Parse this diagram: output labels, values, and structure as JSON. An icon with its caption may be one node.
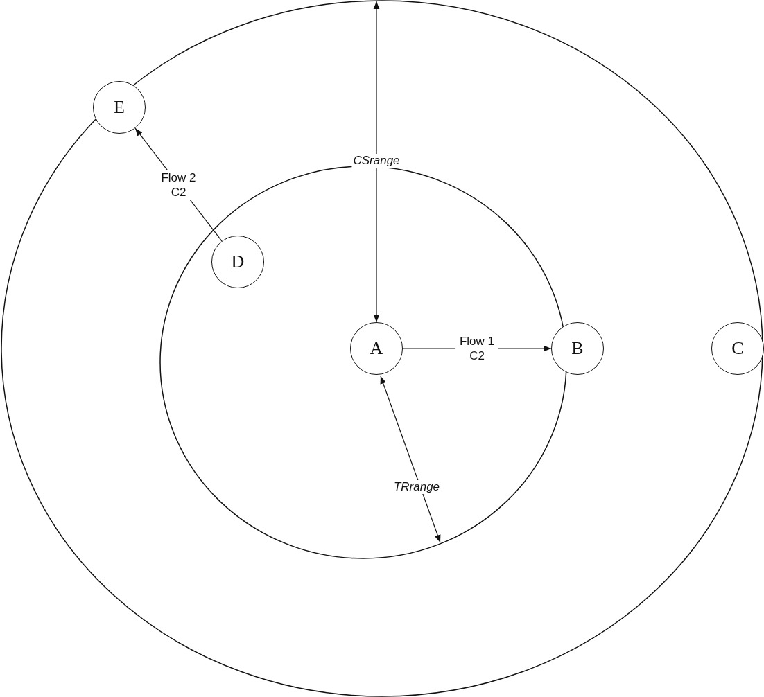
{
  "diagram": {
    "nodes": [
      {
        "text": [
          "A"
        ]
      },
      {
        "text": [
          "B"
        ]
      },
      {
        "text": [
          "C"
        ]
      },
      {
        "text": [
          "D"
        ]
      },
      {
        "text": [
          "E"
        ]
      }
    ],
    "edges": [
      {
        "from": 0,
        "to": 1,
        "arrow": "to",
        "label": "Flow 1 C2"
      },
      {
        "from": 3,
        "to": 4,
        "arrow": "to",
        "label": "Flow 2 C2"
      }
    ],
    "labels": [
      "CSrange",
      "TRrange"
    ]
  }
}
